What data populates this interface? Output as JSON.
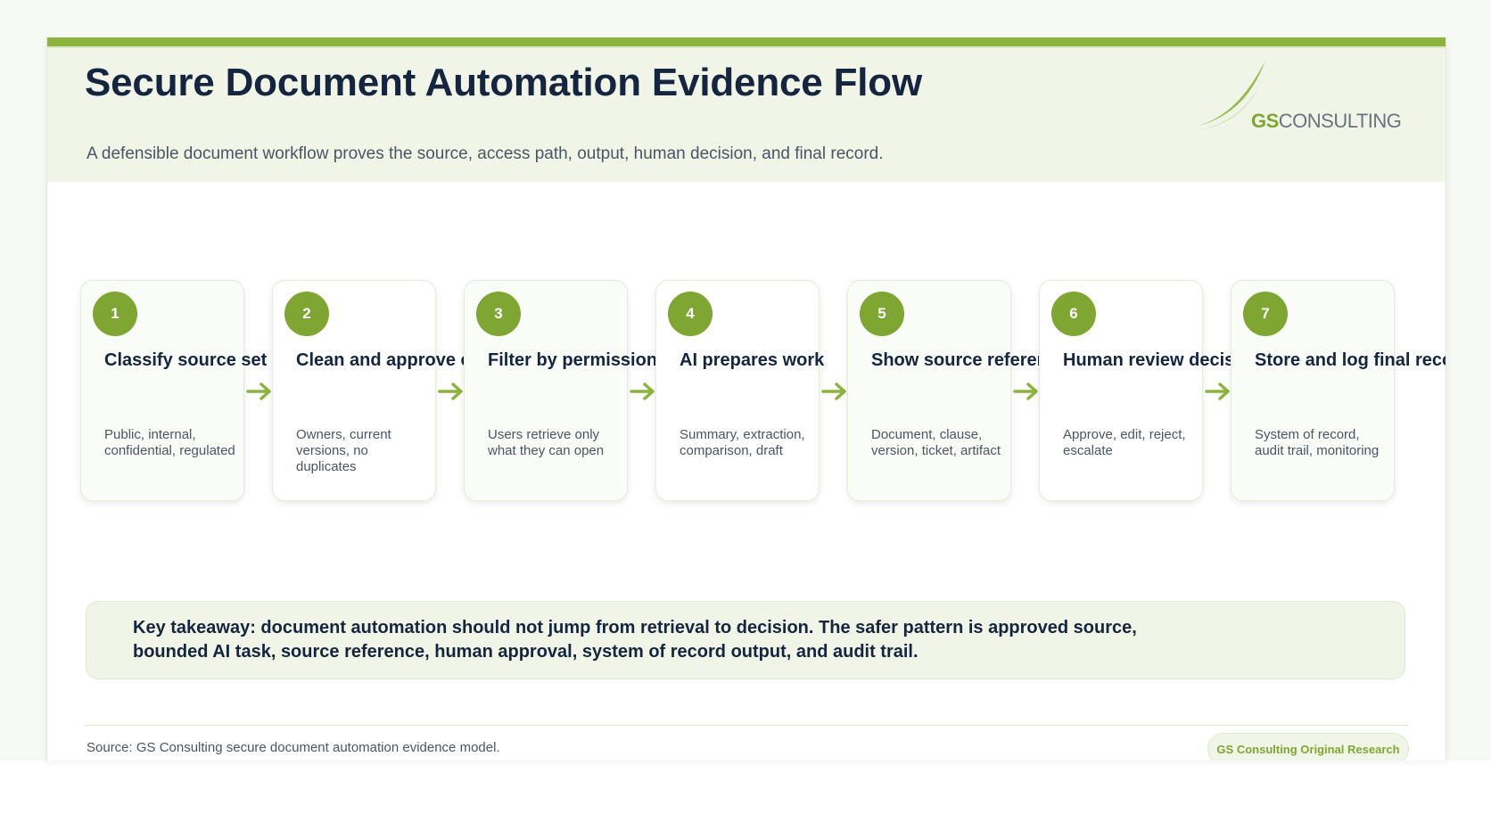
{
  "header": {
    "title": "Secure Document Automation Evidence Flow",
    "subtitle": "A defensible document workflow proves the source, access path, output, human decision, and final record."
  },
  "logo": {
    "gs": "GS",
    "consulting": "CONSULTING"
  },
  "steps": [
    {
      "number": "1",
      "title": "Classify source set",
      "description": "Public, internal, confidential, regulated"
    },
    {
      "number": "2",
      "title": "Clean and approve content",
      "description": "Owners, current versions, no duplicates"
    },
    {
      "number": "3",
      "title": "Filter by permissions",
      "description": "Users retrieve only what they can open"
    },
    {
      "number": "4",
      "title": "AI prepares work",
      "description": "Summary, extraction, comparison, draft"
    },
    {
      "number": "5",
      "title": "Show source references",
      "description": "Document, clause, version, ticket, artifact"
    },
    {
      "number": "6",
      "title": "Human review decision",
      "description": "Approve, edit, reject, escalate"
    },
    {
      "number": "7",
      "title": "Store and log final record",
      "description": "System of record, audit trail, monitoring"
    }
  ],
  "takeaway": "Key takeaway: document automation should not jump from retrieval to decision. The safer pattern is approved source, bounded AI task, source reference, human approval, system of record output, and audit trail.",
  "footer": {
    "source": "Source: GS Consulting secure document automation evidence model.",
    "badge": "GS Consulting Original Research"
  },
  "colors": {
    "accent": "#7fa632",
    "bar": "#8cb33f",
    "navy": "#15253f",
    "panel": "#f0f5e8"
  },
  "icons": [
    "arrow-right-icon",
    "swoosh-logo-icon"
  ]
}
